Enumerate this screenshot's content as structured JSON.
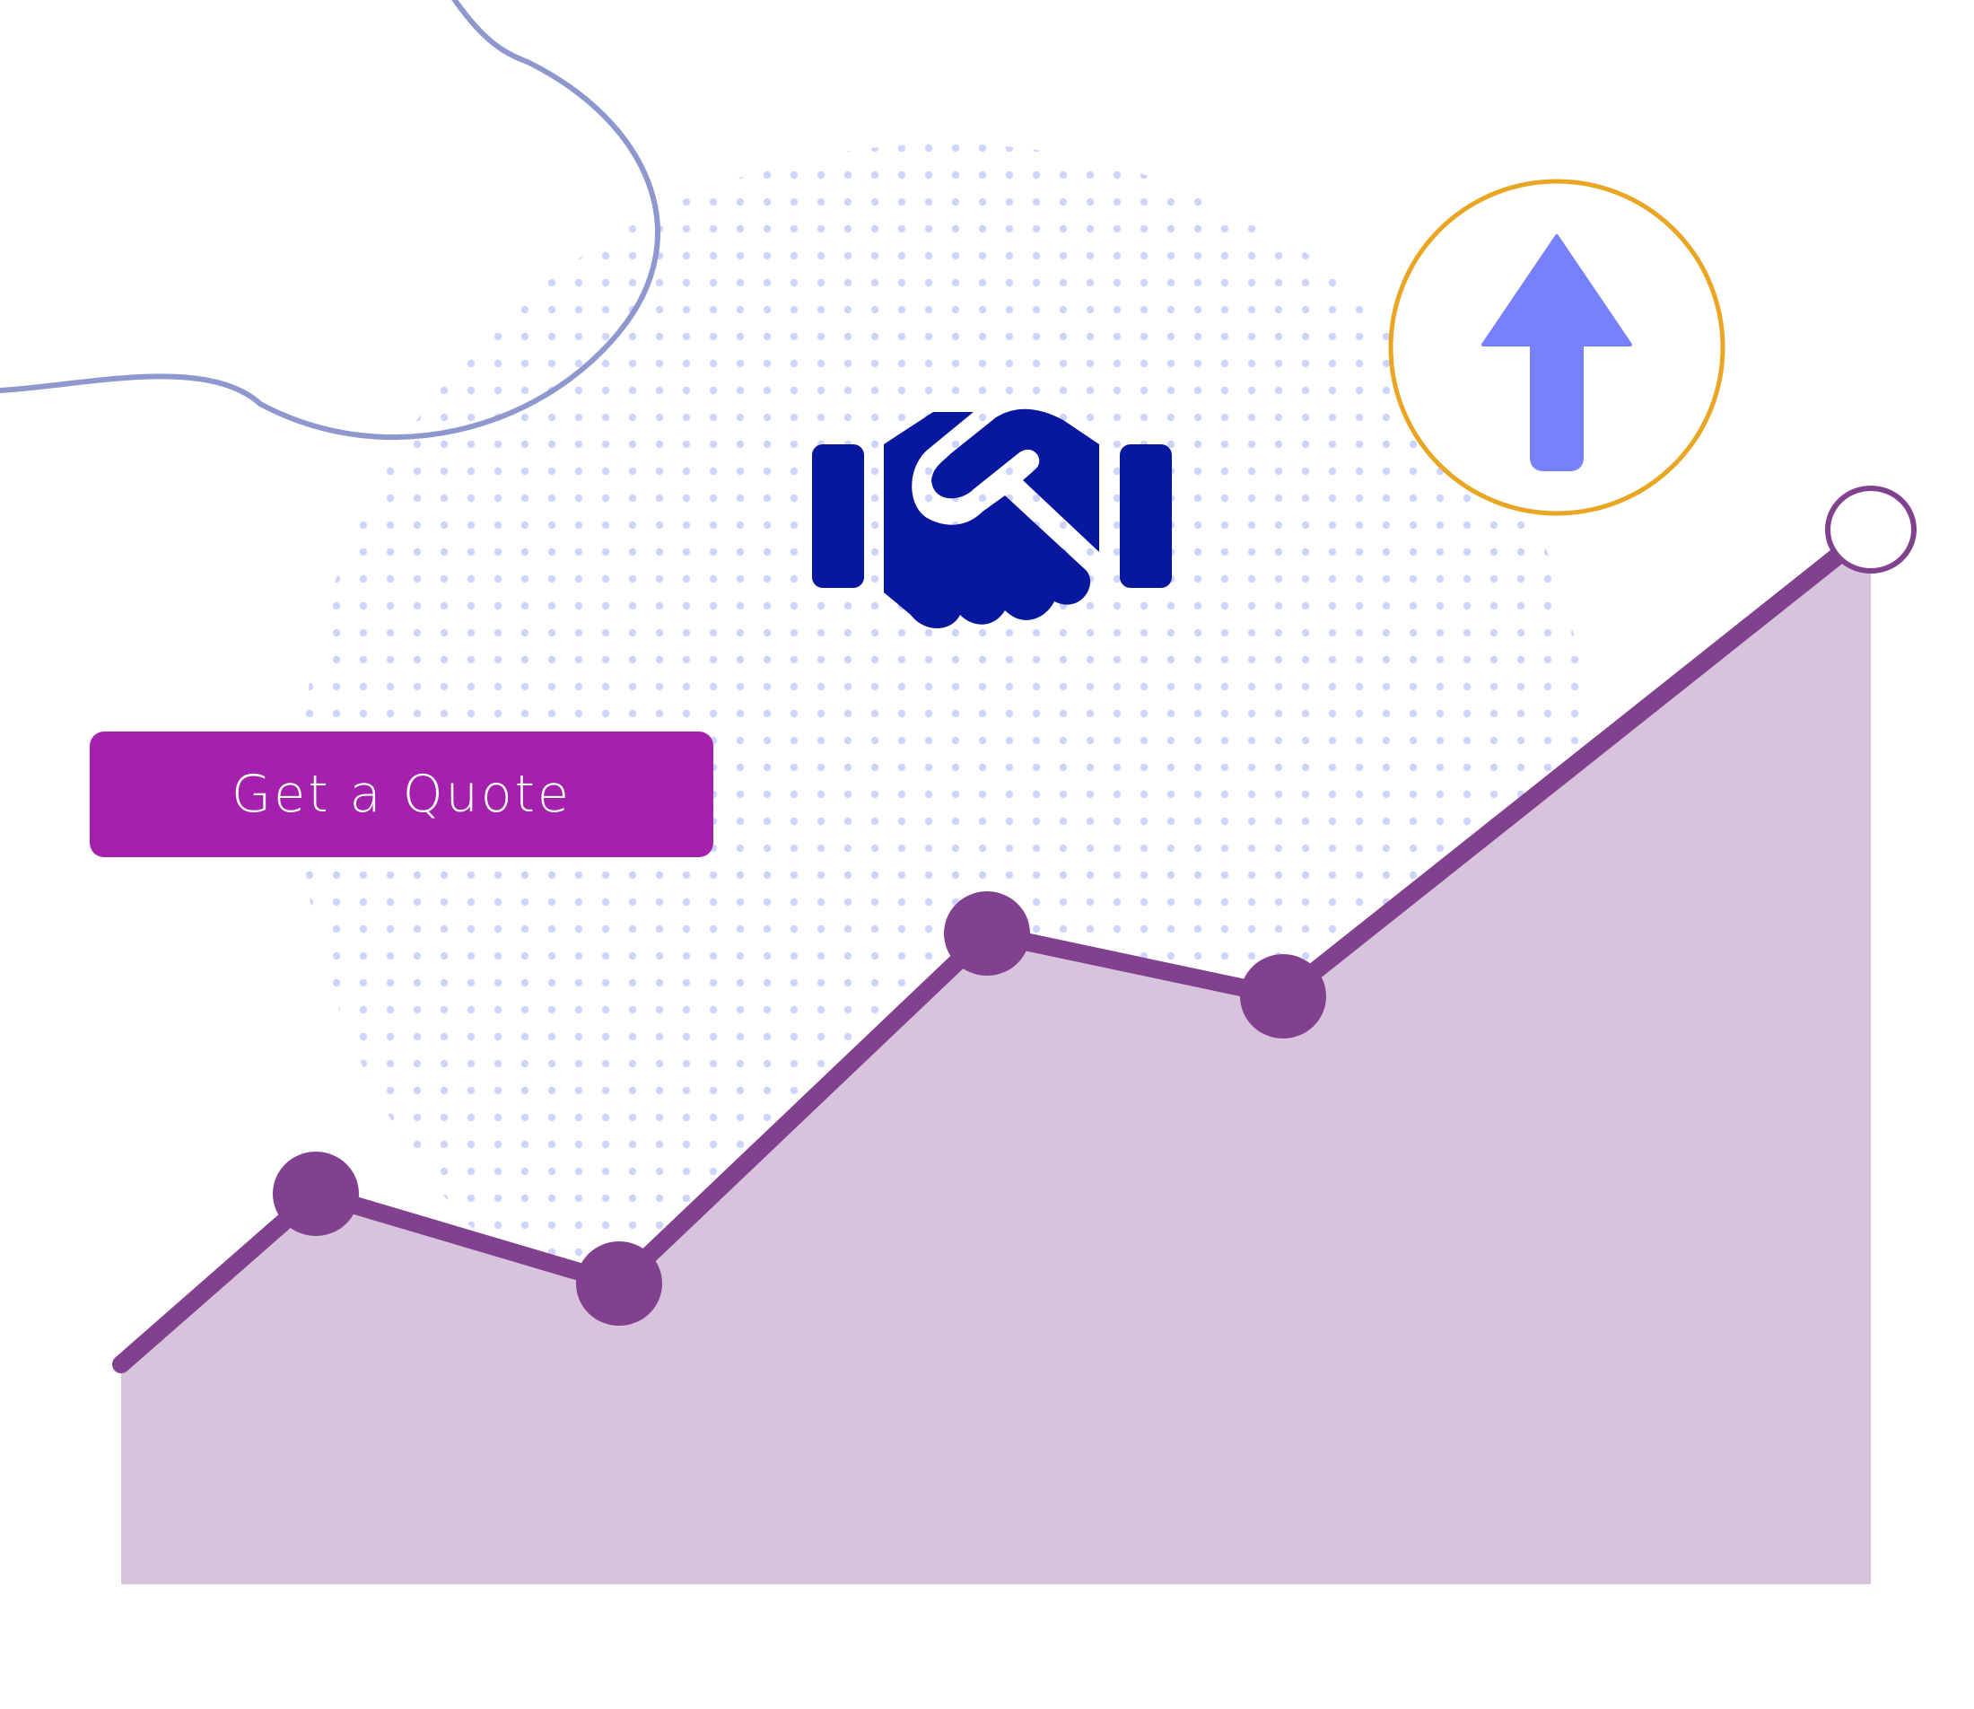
{
  "cta": {
    "label": "Get a Quote"
  },
  "icons": {
    "center": "handshake-icon",
    "top_right": "arrow-up-icon"
  },
  "chart_data": {
    "type": "area",
    "values": [
      0,
      1.9,
      0.9,
      4.8,
      4.1,
      9.3
    ],
    "markers": [
      "none",
      "filled",
      "filled",
      "filled",
      "filled",
      "hollow"
    ]
  },
  "colors": {
    "line": "#82418f",
    "fill": "#d8c3dc",
    "button": "#a321ac",
    "icon_handshake": "#07179e",
    "icon_arrow": "#7781fb",
    "ring": "#eaa623",
    "curve": "#8f98ce",
    "dots": "#cfd4ff"
  }
}
